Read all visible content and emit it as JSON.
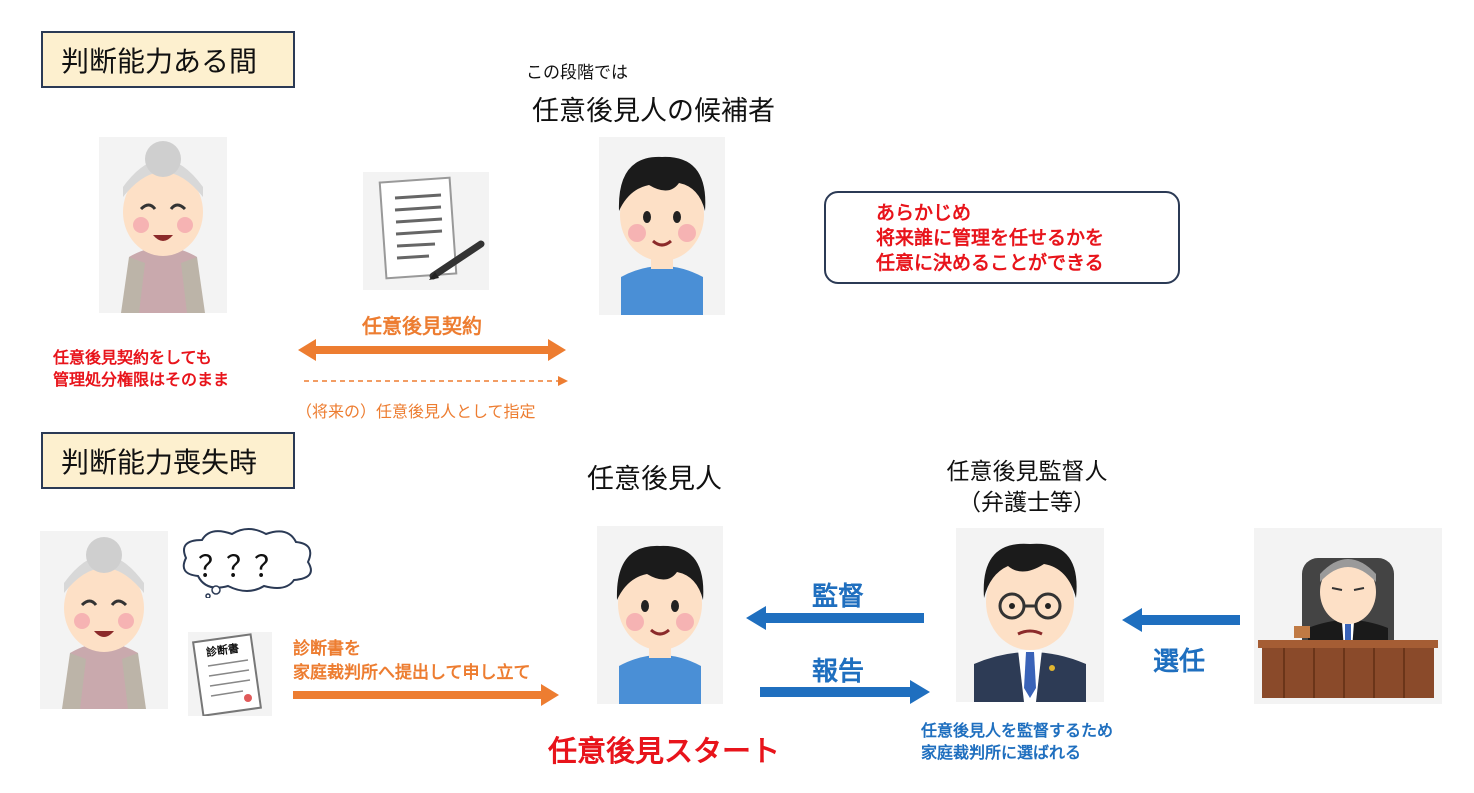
{
  "section1": {
    "label": "判断能力ある間",
    "candidate_caption_small": "この段階では",
    "candidate_caption_large": "任意後見人の候補者",
    "contract_label": "任意後見契約",
    "elder_note": [
      "任意後見契約をしても",
      "管理処分権限はそのまま"
    ],
    "designate_label": "（将来の）任意後見人として指定",
    "info_box": [
      "あらかじめ",
      "将来誰に管理を任せるかを",
      "任意に決めることができる"
    ]
  },
  "section2": {
    "label": "判断能力喪失時",
    "thought_bubble": "？？？",
    "certificate_title": "診断書",
    "petition_label": [
      "診断書を",
      "家庭裁判所へ提出して申し立て"
    ],
    "guardian_title": "任意後見人",
    "start_label": "任意後見スタート",
    "supervisor_title": [
      "任意後見監督人",
      "（弁護士等）"
    ],
    "supervise_label": "監督",
    "report_label": "報告",
    "appoint_label": "選任",
    "supervisor_note": [
      "任意後見人を監督するため",
      "家庭裁判所に選ばれる"
    ]
  },
  "colors": {
    "orange": "#ed7d31",
    "blue": "#1f6fbf",
    "red": "#e8141b",
    "section_fill": "#fdf0cf",
    "border": "#2b3a55"
  }
}
